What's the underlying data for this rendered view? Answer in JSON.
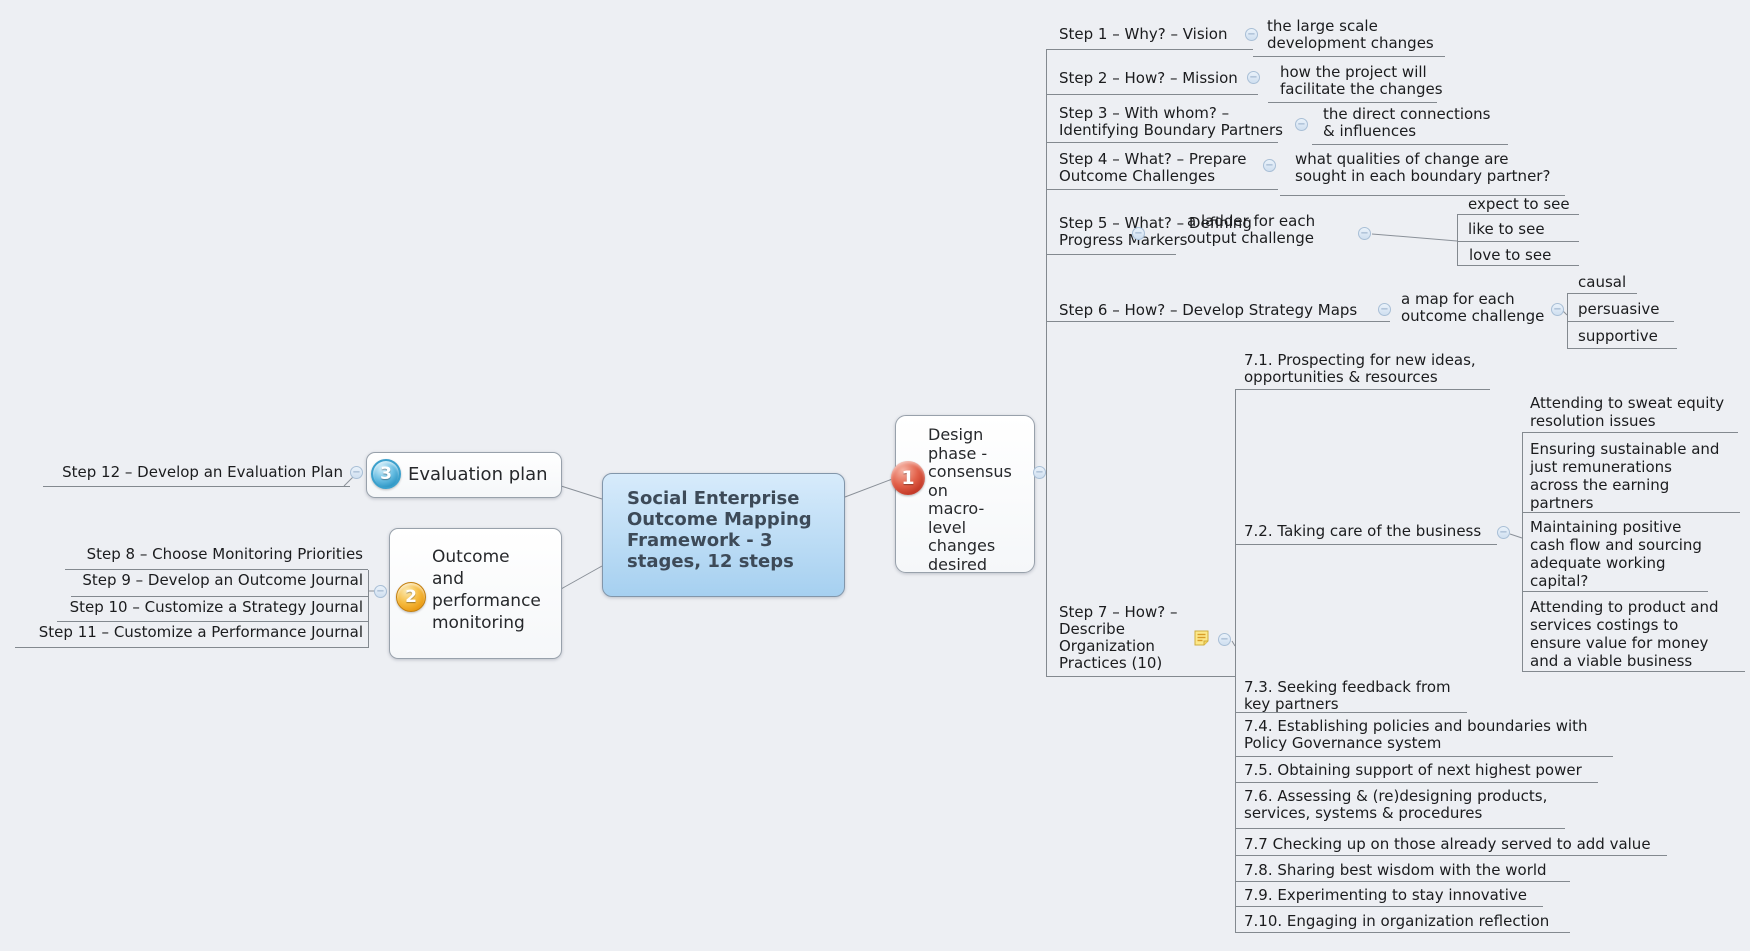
{
  "ui": {
    "collapse": "−"
  },
  "center": {
    "title": "Social Enterprise\nOutcome Mapping\nFramework - 3\nstages, 12 steps"
  },
  "stage_design": {
    "badge": "1",
    "label": "Design\nphase -\nconsensus\non\nmacro-\nlevel\nchanges\ndesired"
  },
  "stage_monitoring": {
    "badge": "2",
    "label": "Outcome\nand\nperformance\nmonitoring"
  },
  "stage_evaluation": {
    "badge": "3",
    "label": "Evaluation plan"
  },
  "steps": {
    "s1": {
      "label": "Step 1 – Why? – Vision",
      "note": "the large scale\ndevelopment changes"
    },
    "s2": {
      "label": "Step 2 – How? – Mission",
      "note": "how the project will\nfacilitate the changes"
    },
    "s3": {
      "label": "Step 3 – With whom? –\nIdentifying Boundary Partners",
      "note": "the direct connections\n& influences"
    },
    "s4": {
      "label": "Step 4 – What? – Prepare\nOutcome Challenges",
      "note": "what qualities of change are\nsought in each boundary partner?"
    },
    "s5": {
      "label": "Step 5 – What? – Defining\nProgress Markers",
      "note": "a ladder for each\noutput challenge",
      "items": [
        "expect to see",
        "like to see",
        "love to see"
      ]
    },
    "s6": {
      "label": "Step 6 – How? – Develop Strategy Maps",
      "note": "a map for each\noutcome challenge",
      "items": [
        "causal",
        "persuasive",
        "supportive"
      ]
    },
    "s7": {
      "label": "Step 7 – How? –\nDescribe\nOrganization\nPractices (10)"
    },
    "s8": {
      "label": "Step 8 – Choose Monitoring Priorities"
    },
    "s9": {
      "label": "Step 9 – Develop an Outcome Journal"
    },
    "s10": {
      "label": "Step 10 – Customize a Strategy Journal"
    },
    "s11": {
      "label": "Step 11 – Customize a Performance Journal"
    },
    "s12": {
      "label": "Step 12 – Develop an Evaluation Plan"
    }
  },
  "practices": [
    {
      "label": "7.1. Prospecting for new ideas,\nopportunities & resources"
    },
    {
      "label": "7.2. Taking care of the business",
      "items": [
        "Attending to sweat equity\nresolution issues",
        "Ensuring sustainable and\njust remunerations\nacross the earning\npartners",
        "Maintaining positive\ncash flow and sourcing\nadequate working\ncapital?",
        "Attending to product and\nservices costings to\nensure value for money\nand a viable business"
      ]
    },
    {
      "label": "7.3. Seeking feedback from\nkey partners"
    },
    {
      "label": "7.4. Establishing policies and boundaries with\nPolicy Governance system"
    },
    {
      "label": "7.5. Obtaining support of next highest power"
    },
    {
      "label": "7.6. Assessing & (re)designing products,\nservices, systems & procedures"
    },
    {
      "label": "7.7 Checking up on those already served to add value"
    },
    {
      "label": "7.8. Sharing best wisdom with the world"
    },
    {
      "label": "7.9. Experimenting to stay innovative"
    },
    {
      "label": "7.10. Engaging in organization reflection"
    }
  ],
  "colors": {
    "background": "#edeff3",
    "branch_line": "#83898f",
    "central_node_fill": "#aed3f2",
    "badge_red": "#c03322",
    "badge_orange": "#e9980f",
    "badge_blue": "#2792c2",
    "note_icon_yellow": "#fce88a"
  }
}
